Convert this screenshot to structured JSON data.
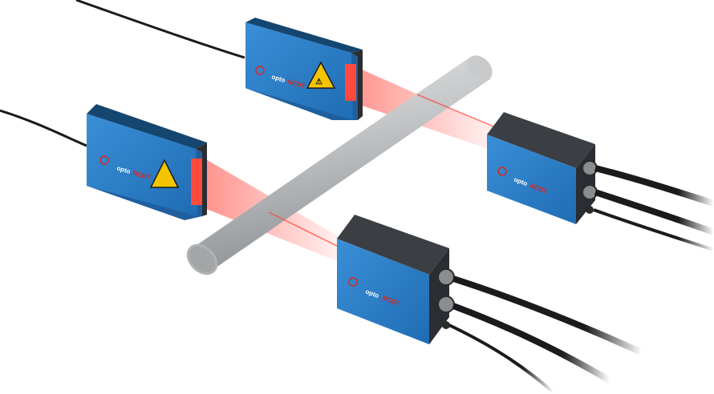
{
  "scene": {
    "background": "#ffffff",
    "colors": {
      "housing_top": "#2c7fc8",
      "housing_front": "#1f5f9e",
      "housing_side": "#2a2d31",
      "laser": "#ff3b30",
      "rod": "#c2c4c6",
      "warning": "#f5c400",
      "cable": "#1b1b1d"
    }
  },
  "sensors": [
    {
      "role": "emitter",
      "brand_a": "opto",
      "brand_b": "NCDT",
      "warning_icon": "laser-warning-icon"
    },
    {
      "role": "emitter",
      "brand_a": "opto",
      "brand_b": "NCDT",
      "warning_icon": "laser-warning-icon"
    },
    {
      "role": "receiver",
      "brand_a": "opto",
      "brand_b": "NCDT"
    },
    {
      "role": "receiver",
      "brand_a": "opto",
      "brand_b": "NCDT"
    }
  ]
}
